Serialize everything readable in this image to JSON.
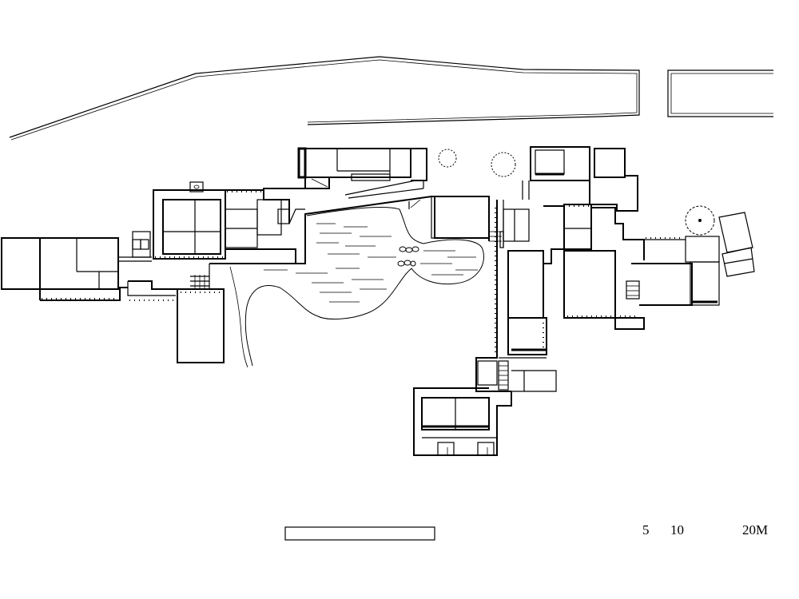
{
  "scale": {
    "labels": [
      "5",
      "10",
      "20M"
    ]
  }
}
